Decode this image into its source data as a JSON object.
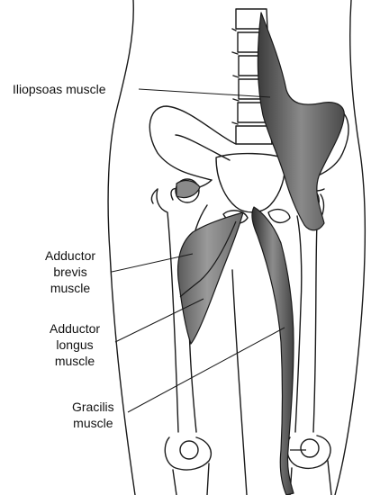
{
  "labels": {
    "iliopsoas": "Iliopsoas muscle",
    "adductor_brevis": [
      "Adductor",
      "brevis",
      "muscle"
    ],
    "adductor_longus": [
      "Adductor",
      "longus",
      "muscle"
    ],
    "gracilis": [
      "Gracilis",
      "muscle"
    ]
  },
  "colors": {
    "outline": "#1a1a1a",
    "muscle_dark": "#3a3a3a",
    "muscle_mid": "#7a7a7a",
    "muscle_light": "#b8b8b8",
    "background": "#ffffff"
  }
}
